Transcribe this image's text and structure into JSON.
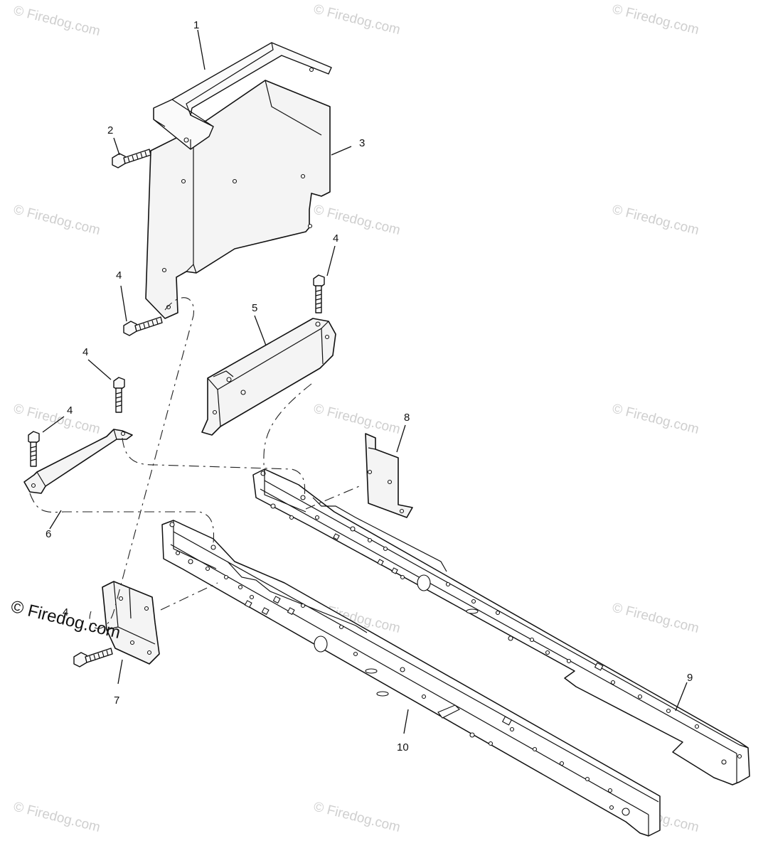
{
  "watermark": {
    "text": "© Firedog.com",
    "prominent_text": "© Firedog.com",
    "color": "#cfcfcf"
  },
  "callouts": [
    {
      "id": "c1",
      "label": "1"
    },
    {
      "id": "c2",
      "label": "2"
    },
    {
      "id": "c3",
      "label": "3"
    },
    {
      "id": "c4a",
      "label": "4"
    },
    {
      "id": "c4b",
      "label": "4"
    },
    {
      "id": "c4c",
      "label": "4"
    },
    {
      "id": "c4d",
      "label": "4"
    },
    {
      "id": "c4e",
      "label": "4"
    },
    {
      "id": "c5",
      "label": "5"
    },
    {
      "id": "c6",
      "label": "6"
    },
    {
      "id": "c7",
      "label": "7"
    },
    {
      "id": "c8",
      "label": "8"
    },
    {
      "id": "c9",
      "label": "9"
    },
    {
      "id": "c10",
      "label": "10"
    }
  ]
}
